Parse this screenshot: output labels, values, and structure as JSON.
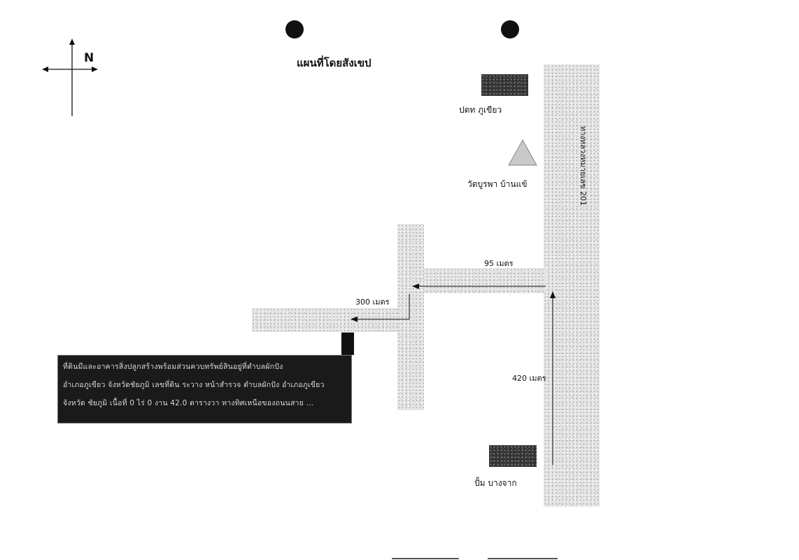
{
  "north_label": "N",
  "title": "แผนที่โดยสังเขป",
  "landmarks": {
    "ptt": "ปตท ภูเขียว",
    "temple": "วัดบูรพา บ้านแข้",
    "pump": "ปั้ม บางจาก"
  },
  "road_label": "ทางหลวงหมายเลข 201",
  "distances": {
    "north": "420 เมตร",
    "west": "95 เมตร",
    "south_west": "300 เมตร"
  },
  "note": {
    "lines": [
      "ที่ดินมีและอาคารสิ่งปลูกสร้างพร้อมส่วนควบทรัพย์สินอยู่ที่ตำบลผักปัง",
      "อำเภอภูเขียว จังหวัดชัยภูมิ เลขที่ดิน ระวาง หน้าสำรวจ ตำบลผักปัง อำเภอภูเขียว",
      "จังหวัด ชัยภูมิ เนื้อที่ 0 ไร่ 0 งาน 42.0 ตารางวา ทางทิศเหนือของถนนสาย ..."
    ]
  },
  "colors": {
    "road": "#e4e4e4",
    "marker": "#111111"
  }
}
